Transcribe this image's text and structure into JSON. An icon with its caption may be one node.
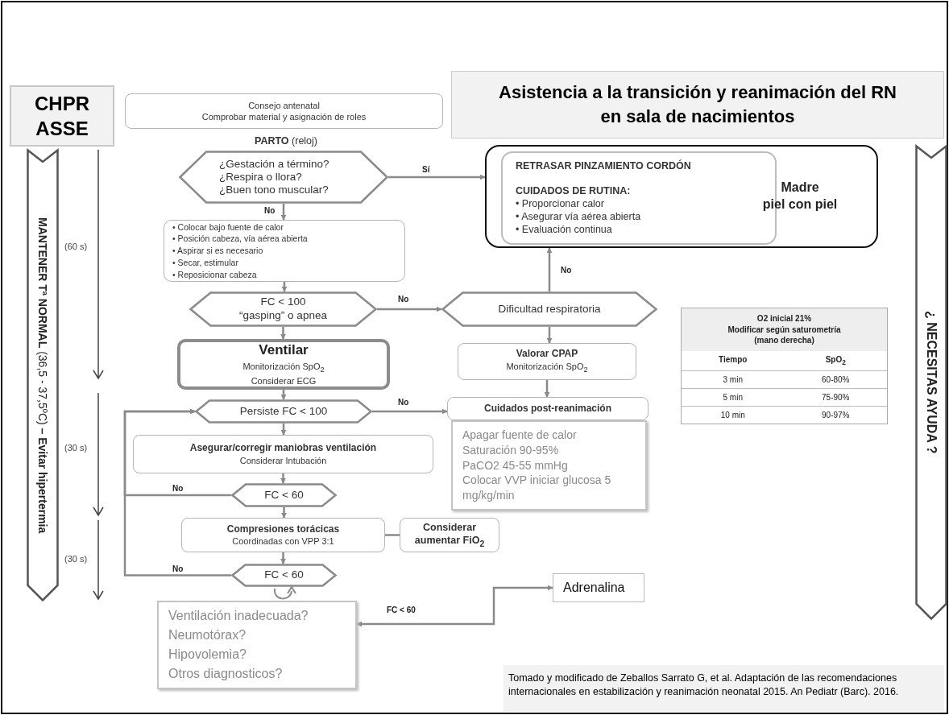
{
  "diagram": {
    "title": "Asistencia a la transición y reanimación del RN en sala de nacimientos",
    "caption": "Tomado y modificado de Zeballos Sarrato G, et al. Adaptación de las recomendaciones internacionales en estabilización y reanimación neonatal 2015. An Pediatr (Barc). 2016.",
    "nodes": [
      {
        "text": [
          "CHPR ASSE"
        ]
      },
      {
        "text": [
          "**MANTENER Tª NORMAL** (36,5 - 37,5ºC) **– Evitar hipertermia**"
        ]
      },
      {
        "text": [
          "Consejo antenatal",
          "Comprobar material y asignación de roles"
        ]
      },
      {
        "text": [
          "¿Gestación a término?",
          "¿Respira o llora?",
          "¿Buen tono muscular?"
        ]
      },
      {
        "text": [
          "Madre",
          "piel con piel"
        ]
      },
      {
        "text": [
          "RETRASAR PINZAMIENTO CORDÓN",
          "CUIDADOS DE RUTINA:",
          "• Proporcionar calor",
          "• Asegurar vía aérea abierta",
          "• Evaluación continua"
        ],
        "in": 4
      },
      {
        "text": [
          "¿ NECESITAS AYUDA ?"
        ]
      },
      {
        "text": [
          "• Colocar bajo fuente de calor",
          "• Posición cabeza, vía aérea abierta",
          "• Aspirar si es necesario",
          "• Secar, estimular",
          "• Reposicionar cabeza"
        ]
      },
      {
        "text": [
          "FC < 100",
          "“gasping” o apnea"
        ]
      },
      {
        "text": [
          "Dificultad respiratoria"
        ]
      },
      {
        "text": [
          "Ventilar",
          "Monitorización SpO$_{2}$",
          "Considerar ECG"
        ]
      },
      {
        "text": [
          "Valorar CPAP",
          "Monitorización SpO$_{2}$"
        ]
      },
      {
        "text": [
          "Persiste FC < 100"
        ]
      },
      {
        "text": [
          "Cuidados post-reanimación"
        ]
      },
      {
        "text": [
          "Apagar fuente de calor",
          "Saturación 90-95%",
          "PaCO2 45-55 mmHg",
          "Colocar VVP iniciar glucosa 5 mg/kg/min"
        ]
      },
      {
        "text": [
          "Asegurar/corregir maniobras ventilación",
          "Considerar Intubación"
        ]
      },
      {
        "text": [
          "FC < 60"
        ]
      },
      {
        "text": [
          "Compresiones torácicas",
          "Coordinadas con VPP 3:1"
        ]
      },
      {
        "text": [
          "Considerar aumentar FiO$_{2}$"
        ]
      },
      {
        "text": [
          "FC < 60"
        ]
      },
      {
        "text": [
          "Adrenalina"
        ]
      },
      {
        "text": [
          "Ventilación inadecuada?",
          "Neumotórax?",
          "Hipovolemia?",
          "Otros diagnosticos?"
        ]
      }
    ],
    "edges": [
      {
        "from": 3,
        "to": 4,
        "arrow": "to",
        "label": "Sí"
      },
      {
        "from": 3,
        "to": 7,
        "arrow": "to",
        "label": "No"
      },
      {
        "from": 7,
        "to": 8,
        "arrow": "to"
      },
      {
        "from": 8,
        "to": 9,
        "arrow": "to",
        "label": "No"
      },
      {
        "from": 9,
        "to": 4,
        "arrow": "to",
        "label": "No"
      },
      {
        "from": 8,
        "to": 10,
        "arrow": "to"
      },
      {
        "from": 9,
        "to": 11,
        "arrow": "to"
      },
      {
        "from": 10,
        "to": 12,
        "arrow": "to"
      },
      {
        "from": 11,
        "to": 13,
        "arrow": "to"
      },
      {
        "from": 12,
        "to": 13,
        "arrow": "to",
        "label": "No"
      },
      {
        "from": 12,
        "to": 15,
        "arrow": "to"
      },
      {
        "from": 15,
        "to": 16,
        "arrow": "to"
      },
      {
        "from": 16,
        "to": 12,
        "arrow": "to",
        "label": "No"
      },
      {
        "from": 16,
        "to": 17,
        "arrow": "to"
      },
      {
        "from": 17,
        "to": 18,
        "arrow": "none"
      },
      {
        "from": 17,
        "to": 19,
        "arrow": "to"
      },
      {
        "from": 19,
        "to": 12,
        "arrow": "to",
        "label": "No"
      },
      {
        "from": 20,
        "to": 21,
        "arrow": "both",
        "label": "FC < 60"
      }
    ],
    "labels": [
      "**PARTO** (reloj)",
      "(60 s)",
      "(30 s)",
      "(30 s)",
      "O2 inicial 21%",
      "Modificar según saturometría",
      "(mano derecha)",
      "Tiempo",
      "SpO$_{2}$",
      "3 min",
      "60-80%",
      "5 min",
      "75-90%",
      "10 min",
      "90-97%"
    ]
  }
}
